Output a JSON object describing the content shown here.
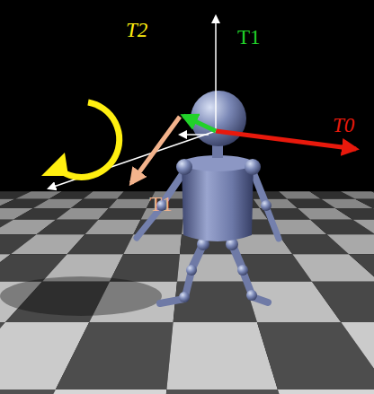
{
  "diagram": {
    "labels": [
      "T2",
      "T1",
      "T0",
      "T1"
    ]
  }
}
